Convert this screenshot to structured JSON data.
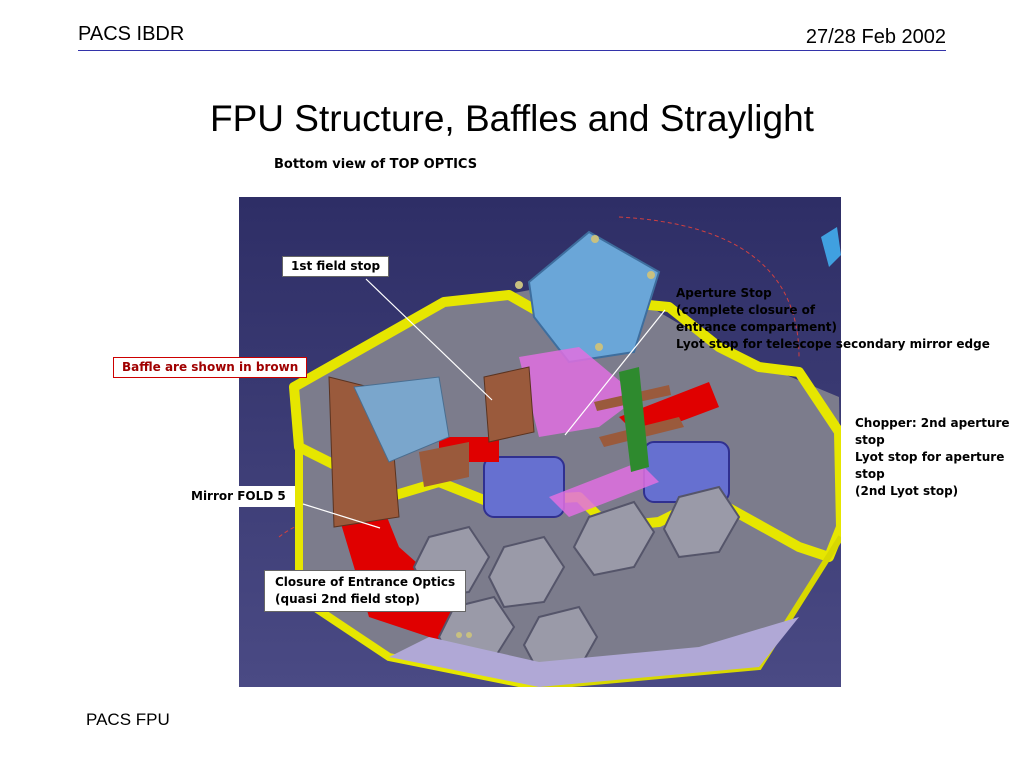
{
  "header": {
    "left": "PACS IBDR",
    "right": "27/28 Feb 2002"
  },
  "title": "FPU Structure, Baffles and Straylight",
  "subtitle": "Bottom view of TOP OPTICS",
  "labels": {
    "field_stop": "1st field stop",
    "aperture_stop": [
      "Aperture Stop",
      "(complete closure of",
      "entrance compartment)",
      "Lyot stop for telescope secondary mirror edge"
    ],
    "baffle": "Baffle are shown in brown",
    "chopper": [
      "Chopper: 2nd aperture",
      "stop",
      "Lyot stop for aperture",
      "stop",
      "(2nd Lyot stop)"
    ],
    "mirror_fold": "Mirror FOLD 5",
    "closure": [
      "Closure of Entrance Optics",
      "(quasi 2nd field stop)"
    ]
  },
  "footer": "PACS FPU",
  "colors": {
    "background": "#3a3a70",
    "frame": "#e6e600",
    "baffle": "#9a5a3c",
    "panel": "#8a8a96",
    "red": "#e00000",
    "magenta": "#e060e0",
    "blue": "#6670d0"
  }
}
